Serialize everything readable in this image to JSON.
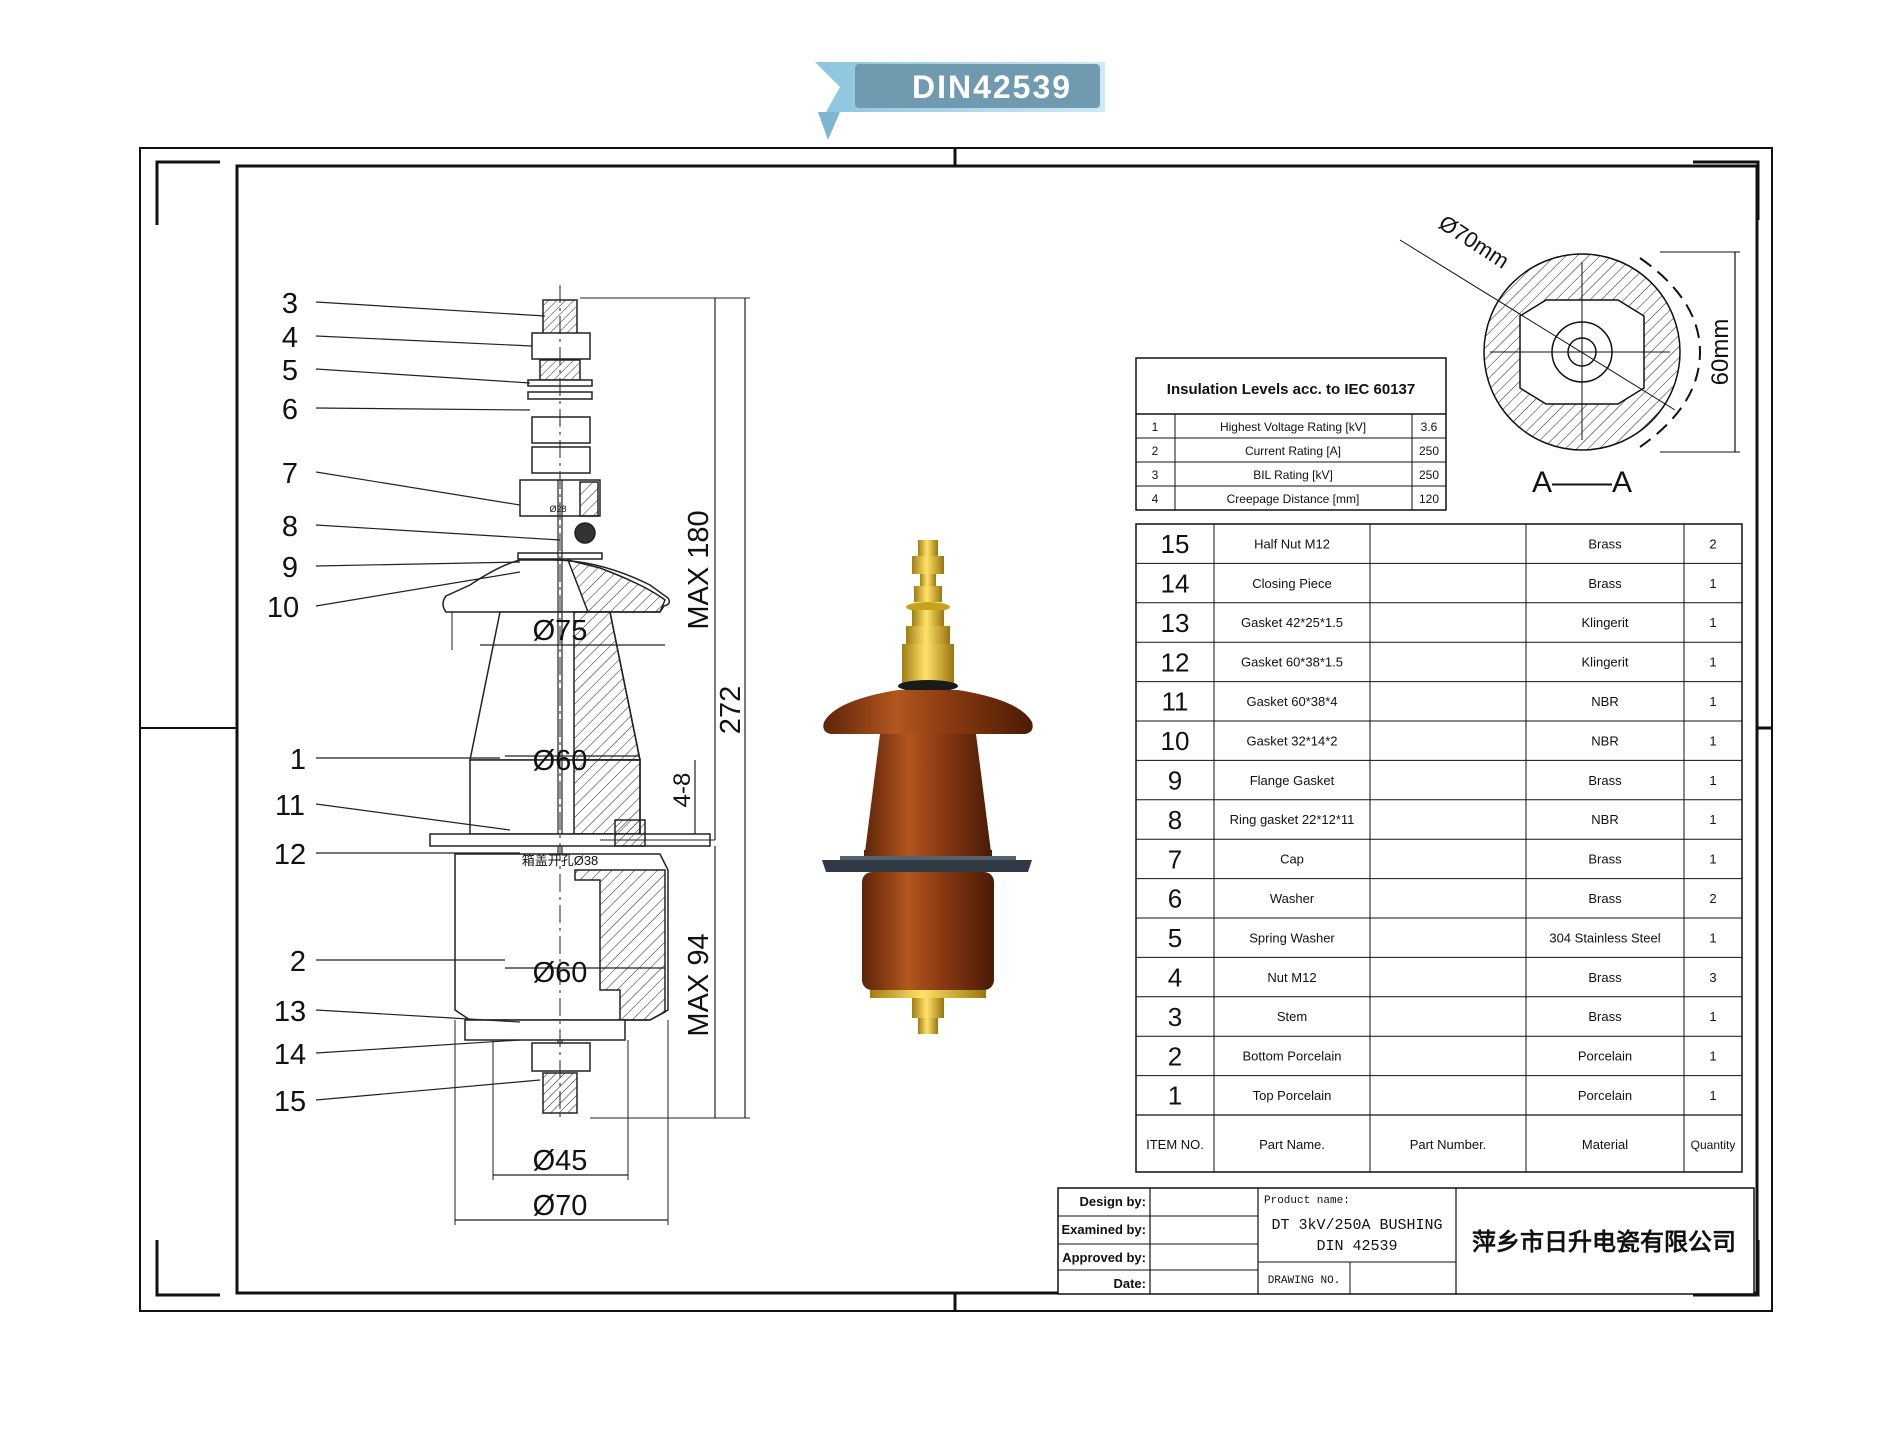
{
  "banner": {
    "label": "DIN42539",
    "color": "#a9d4e8"
  },
  "callouts": [
    "3",
    "4",
    "5",
    "6",
    "7",
    "8",
    "9",
    "10",
    "1",
    "11",
    "12",
    "2",
    "13",
    "14",
    "15"
  ],
  "dimensions": {
    "d_top": "Ø75",
    "d_mid1": "Ø60",
    "d_mid2": "Ø60",
    "d_bot1": "Ø45",
    "d_bot2": "Ø70",
    "d_cap": "Ø28",
    "max_top": "MAX 180",
    "max_bot": "MAX 94",
    "overall": "272",
    "thickness": "4-8",
    "hole_note": "箱盖开孔Ø38"
  },
  "section_view": {
    "diameter": "Ø70mm",
    "height": "60mm",
    "label": "A——A"
  },
  "insulation": {
    "title": "Insulation Levels acc. to IEC 60137",
    "rows": [
      {
        "no": "1",
        "name": "Highest Voltage Rating [kV]",
        "value": "3.6"
      },
      {
        "no": "2",
        "name": "Current Rating [A]",
        "value": "250"
      },
      {
        "no": "3",
        "name": "BIL Rating [kV]",
        "value": "250"
      },
      {
        "no": "4",
        "name": "Creepage Distance [mm]",
        "value": "120"
      }
    ]
  },
  "bom": {
    "headers": {
      "item": "ITEM NO.",
      "name": "Part Name.",
      "number": "Part Number.",
      "material": "Material",
      "qty": "Quantity"
    },
    "rows": [
      {
        "item": "15",
        "name": "Half Nut M12",
        "number": "",
        "material": "Brass",
        "qty": "2"
      },
      {
        "item": "14",
        "name": "Closing Piece",
        "number": "",
        "material": "Brass",
        "qty": "1"
      },
      {
        "item": "13",
        "name": "Gasket 42*25*1.5",
        "number": "",
        "material": "Klingerit",
        "qty": "1"
      },
      {
        "item": "12",
        "name": "Gasket 60*38*1.5",
        "number": "",
        "material": "Klingerit",
        "qty": "1"
      },
      {
        "item": "11",
        "name": "Gasket 60*38*4",
        "number": "",
        "material": "NBR",
        "qty": "1"
      },
      {
        "item": "10",
        "name": "Gasket 32*14*2",
        "number": "",
        "material": "NBR",
        "qty": "1"
      },
      {
        "item": "9",
        "name": "Flange Gasket",
        "number": "",
        "material": "Brass",
        "qty": "1"
      },
      {
        "item": "8",
        "name": "Ring gasket 22*12*11",
        "number": "",
        "material": "NBR",
        "qty": "1"
      },
      {
        "item": "7",
        "name": "Cap",
        "number": "",
        "material": "Brass",
        "qty": "1"
      },
      {
        "item": "6",
        "name": "Washer",
        "number": "",
        "material": "Brass",
        "qty": "2"
      },
      {
        "item": "5",
        "name": "Spring Washer",
        "number": "",
        "material": "304 Stainless Steel",
        "qty": "1"
      },
      {
        "item": "4",
        "name": "Nut M12",
        "number": "",
        "material": "Brass",
        "qty": "3"
      },
      {
        "item": "3",
        "name": "Stem",
        "number": "",
        "material": "Brass",
        "qty": "1"
      },
      {
        "item": "2",
        "name": "Bottom Porcelain",
        "number": "",
        "material": "Porcelain",
        "qty": "1"
      },
      {
        "item": "1",
        "name": "Top Porcelain",
        "number": "",
        "material": "Porcelain",
        "qty": "1"
      }
    ]
  },
  "title_block": {
    "design_by": "Design by:",
    "examined_by": "Examined by:",
    "approved_by": "Approved by:",
    "date": "Date:",
    "product_name_label": "Product name:",
    "product_line1": "DT 3kV/250A BUSHING",
    "product_line2": "DIN 42539",
    "drawing_no": "DRAWING NO.",
    "company": "萍乡市日升电瓷有限公司"
  },
  "colors": {
    "porcelain": "#8a3a12",
    "brass": "#e6c02a",
    "flange": "#3c4a58"
  }
}
